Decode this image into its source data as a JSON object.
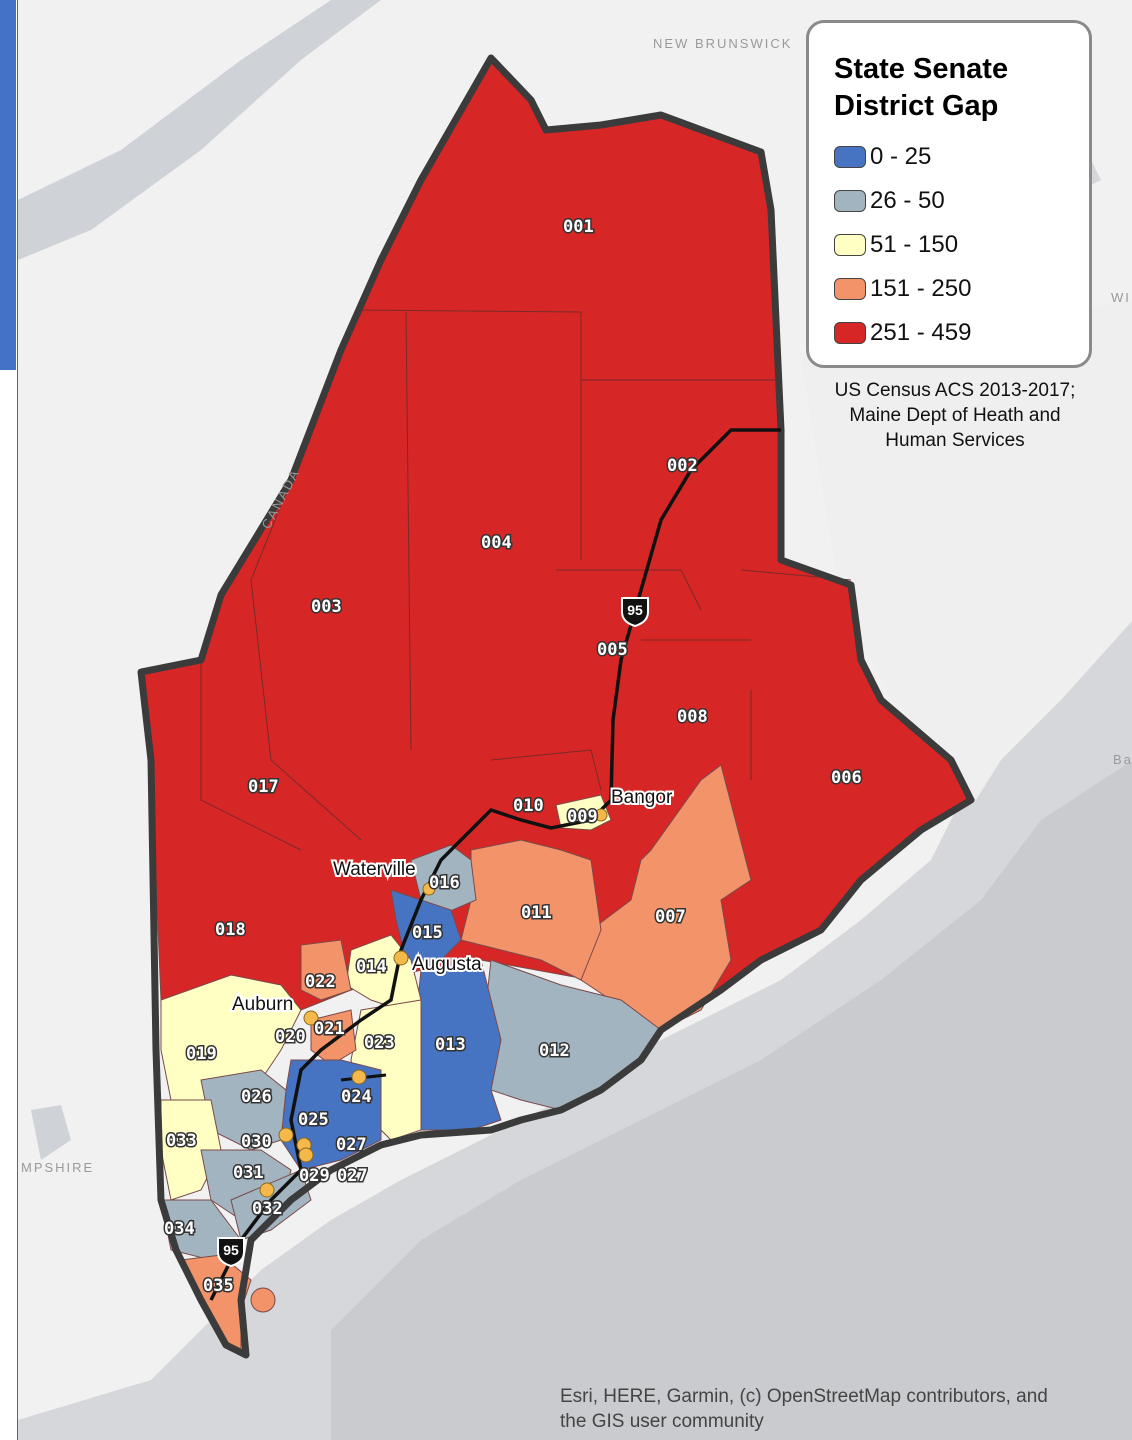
{
  "legend": {
    "title_line1": "State Senate",
    "title_line2": "District Gap",
    "classes": [
      {
        "label": "0 - 25",
        "color": "#4674c2"
      },
      {
        "label": "26 - 50",
        "color": "#a2b4c0"
      },
      {
        "label": "51 - 150",
        "color": "#ffffc4"
      },
      {
        "label": "151 - 250",
        "color": "#f2936a"
      },
      {
        "label": "251 - 459",
        "color": "#d72626"
      }
    ]
  },
  "source": {
    "line1": "US Census ACS 2013-2017;",
    "line2": "Maine Dept of Heath and",
    "line3": "Human Services"
  },
  "credit": {
    "line1": "Esri, HERE, Garmin, (c) OpenStreetMap contributors, and",
    "line2": "the GIS user community"
  },
  "basemap": {
    "new_brunswick": "NEW BRUNSWICK",
    "canada": "CANADA",
    "new_hampshire": "MPSHIRE",
    "wi": "WI",
    "ba": "Ba"
  },
  "cities": {
    "bangor": "Bangor",
    "waterville": "Waterville",
    "augusta": "Augusta",
    "auburn": "Auburn"
  },
  "interstate": {
    "label": "95"
  },
  "districts": {
    "d001": "001",
    "d002": "002",
    "d003": "003",
    "d004": "004",
    "d005": "005",
    "d006": "006",
    "d007": "007",
    "d008": "008",
    "d009": "009",
    "d010": "010",
    "d011": "011",
    "d012": "012",
    "d013": "013",
    "d014": "014",
    "d015": "015",
    "d016": "016",
    "d017": "017",
    "d018": "018",
    "d019": "019",
    "d020": "020",
    "d021": "021",
    "d022": "022",
    "d023": "023",
    "d024": "024",
    "d025": "025",
    "d026": "026",
    "d027": "027",
    "d027b": "027",
    "d029": "029",
    "d030": "030",
    "d031": "031",
    "d032": "032",
    "d033": "033",
    "d034": "034",
    "d035": "035"
  }
}
